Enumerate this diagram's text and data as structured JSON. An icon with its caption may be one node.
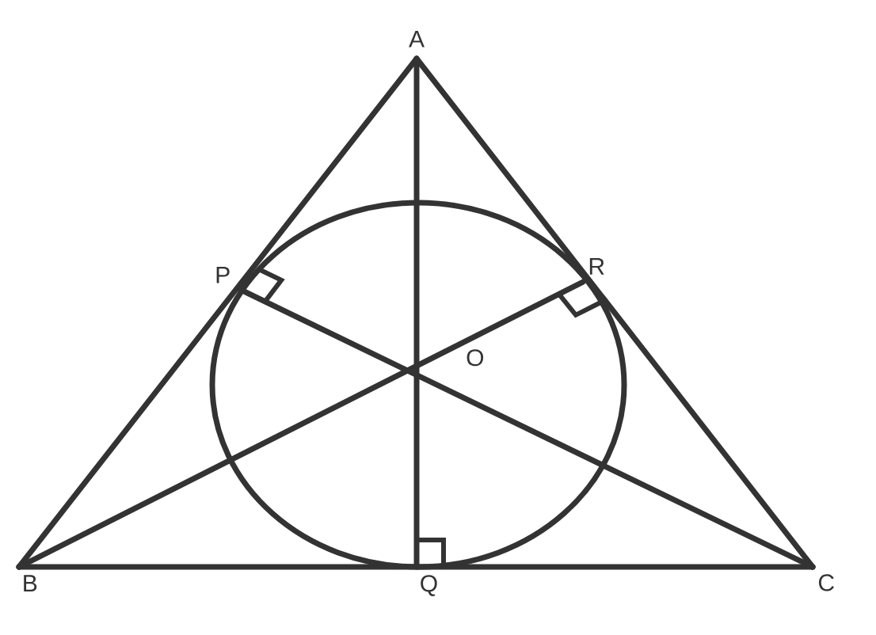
{
  "diagram": {
    "nodes": [
      {
        "text": [
          "A"
        ]
      },
      {
        "text": [
          "B"
        ]
      },
      {
        "text": [
          "C"
        ]
      },
      {
        "text": [
          "P"
        ]
      },
      {
        "text": [
          "Q"
        ]
      },
      {
        "text": [
          "R"
        ]
      },
      {
        "text": [
          "O"
        ]
      }
    ],
    "edges": [
      {
        "from": 0,
        "to": 1,
        "arrow": "none"
      },
      {
        "from": 1,
        "to": 2,
        "arrow": "none"
      },
      {
        "from": 2,
        "to": 0,
        "arrow": "none"
      },
      {
        "from": 0,
        "to": 4,
        "arrow": "none"
      },
      {
        "from": 1,
        "to": 5,
        "arrow": "none"
      },
      {
        "from": 2,
        "to": 3,
        "arrow": "none"
      }
    ]
  }
}
